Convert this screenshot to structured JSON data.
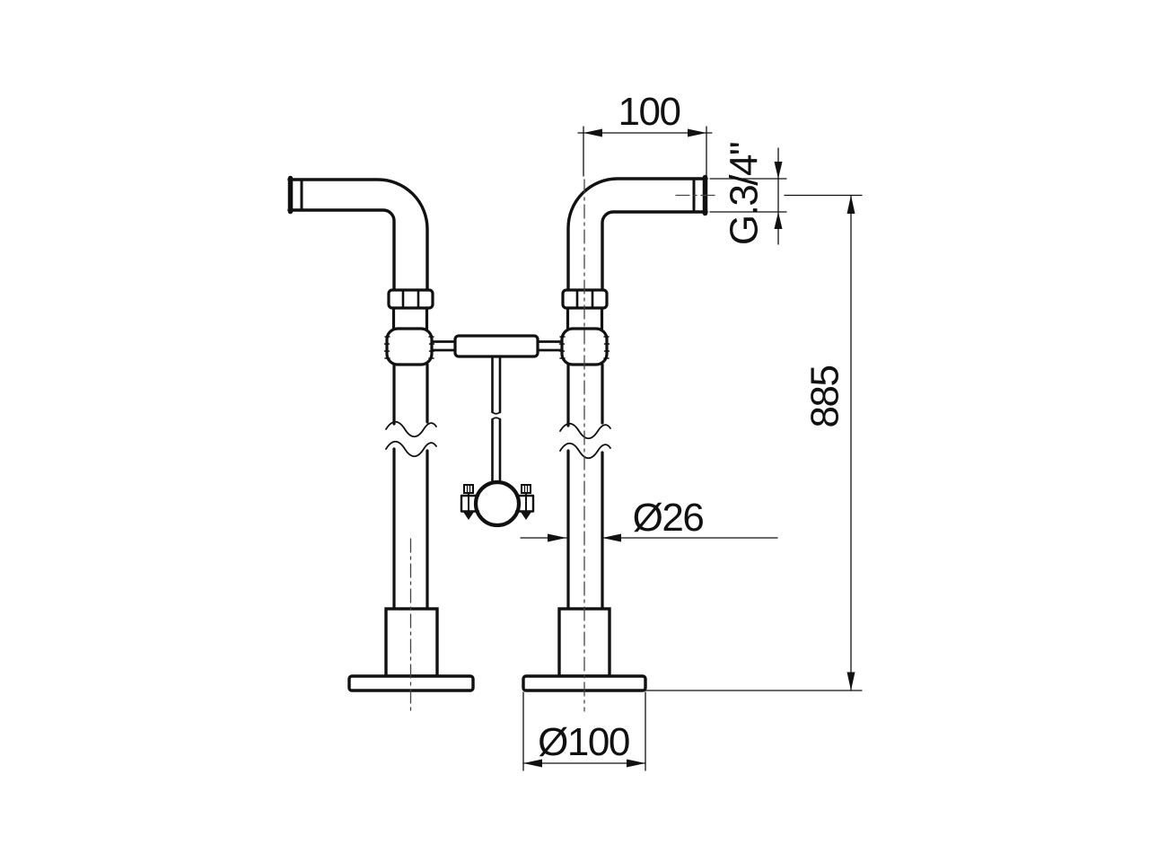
{
  "drawing": {
    "title": "freestanding-bath-pipe-legs-dimension-drawing",
    "background_color": "#ffffff",
    "line_color": "#111111",
    "dimensions": {
      "spout_reach": "100",
      "thread_size": "G.3/4\"",
      "overall_height": "885",
      "pipe_diameter": "Ø26",
      "base_diameter": "Ø100"
    }
  }
}
